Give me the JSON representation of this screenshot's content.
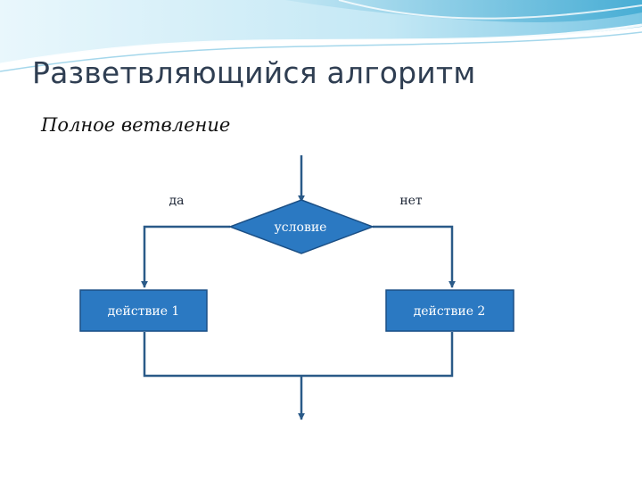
{
  "slide": {
    "title": "Разветвляющийся алгоритм",
    "subtitle": "Полное ветвление"
  },
  "diagram": {
    "condition": "условие",
    "yes_label": "да",
    "no_label": "нет",
    "action_1": "действие 1",
    "action_2": "действие 2"
  },
  "colors": {
    "shape_fill": "#2b79c2",
    "shape_stroke": "#1b4f85",
    "connector": "#2a5a88",
    "title_text": "#2f3e52",
    "banner_light": "#d9f0f8",
    "banner_mid": "#9fd6ec",
    "banner_dark": "#4cb1d6"
  }
}
